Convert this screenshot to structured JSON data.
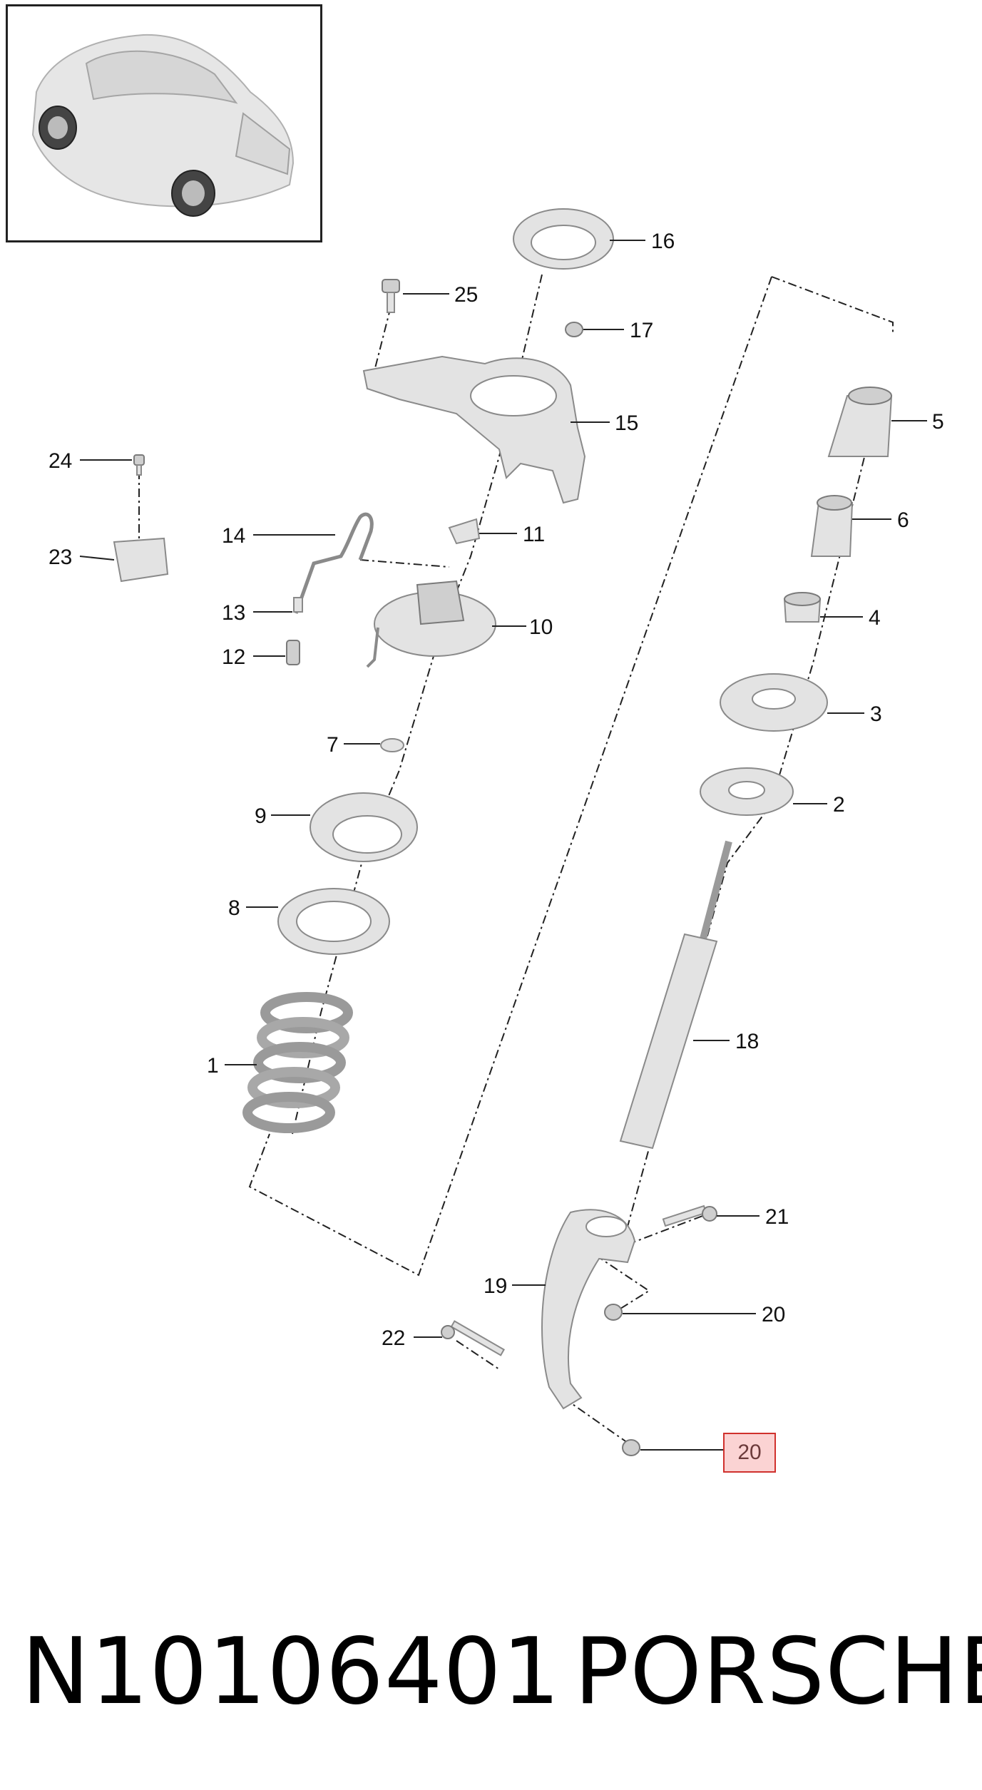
{
  "diagram": {
    "callouts": [
      {
        "id": "c16",
        "label": "16"
      },
      {
        "id": "c25",
        "label": "25"
      },
      {
        "id": "c17",
        "label": "17"
      },
      {
        "id": "c15",
        "label": "15"
      },
      {
        "id": "c5",
        "label": "5"
      },
      {
        "id": "c24",
        "label": "24"
      },
      {
        "id": "c23",
        "label": "23"
      },
      {
        "id": "c14",
        "label": "14"
      },
      {
        "id": "c11",
        "label": "11"
      },
      {
        "id": "c6",
        "label": "6"
      },
      {
        "id": "c13",
        "label": "13"
      },
      {
        "id": "c10",
        "label": "10"
      },
      {
        "id": "c4",
        "label": "4"
      },
      {
        "id": "c12",
        "label": "12"
      },
      {
        "id": "c3",
        "label": "3"
      },
      {
        "id": "c7",
        "label": "7"
      },
      {
        "id": "c2",
        "label": "2"
      },
      {
        "id": "c9",
        "label": "9"
      },
      {
        "id": "c8",
        "label": "8"
      },
      {
        "id": "c18",
        "label": "18"
      },
      {
        "id": "c1",
        "label": "1"
      },
      {
        "id": "c21",
        "label": "21"
      },
      {
        "id": "c19",
        "label": "19"
      },
      {
        "id": "c20a",
        "label": "20"
      },
      {
        "id": "c22",
        "label": "22"
      }
    ],
    "highlighted_callout": {
      "label": "20",
      "color": "#d0312d",
      "fill": "#fbd3d3"
    }
  },
  "footer": {
    "part_number": "N10106401",
    "brand": "PORSCHE"
  }
}
